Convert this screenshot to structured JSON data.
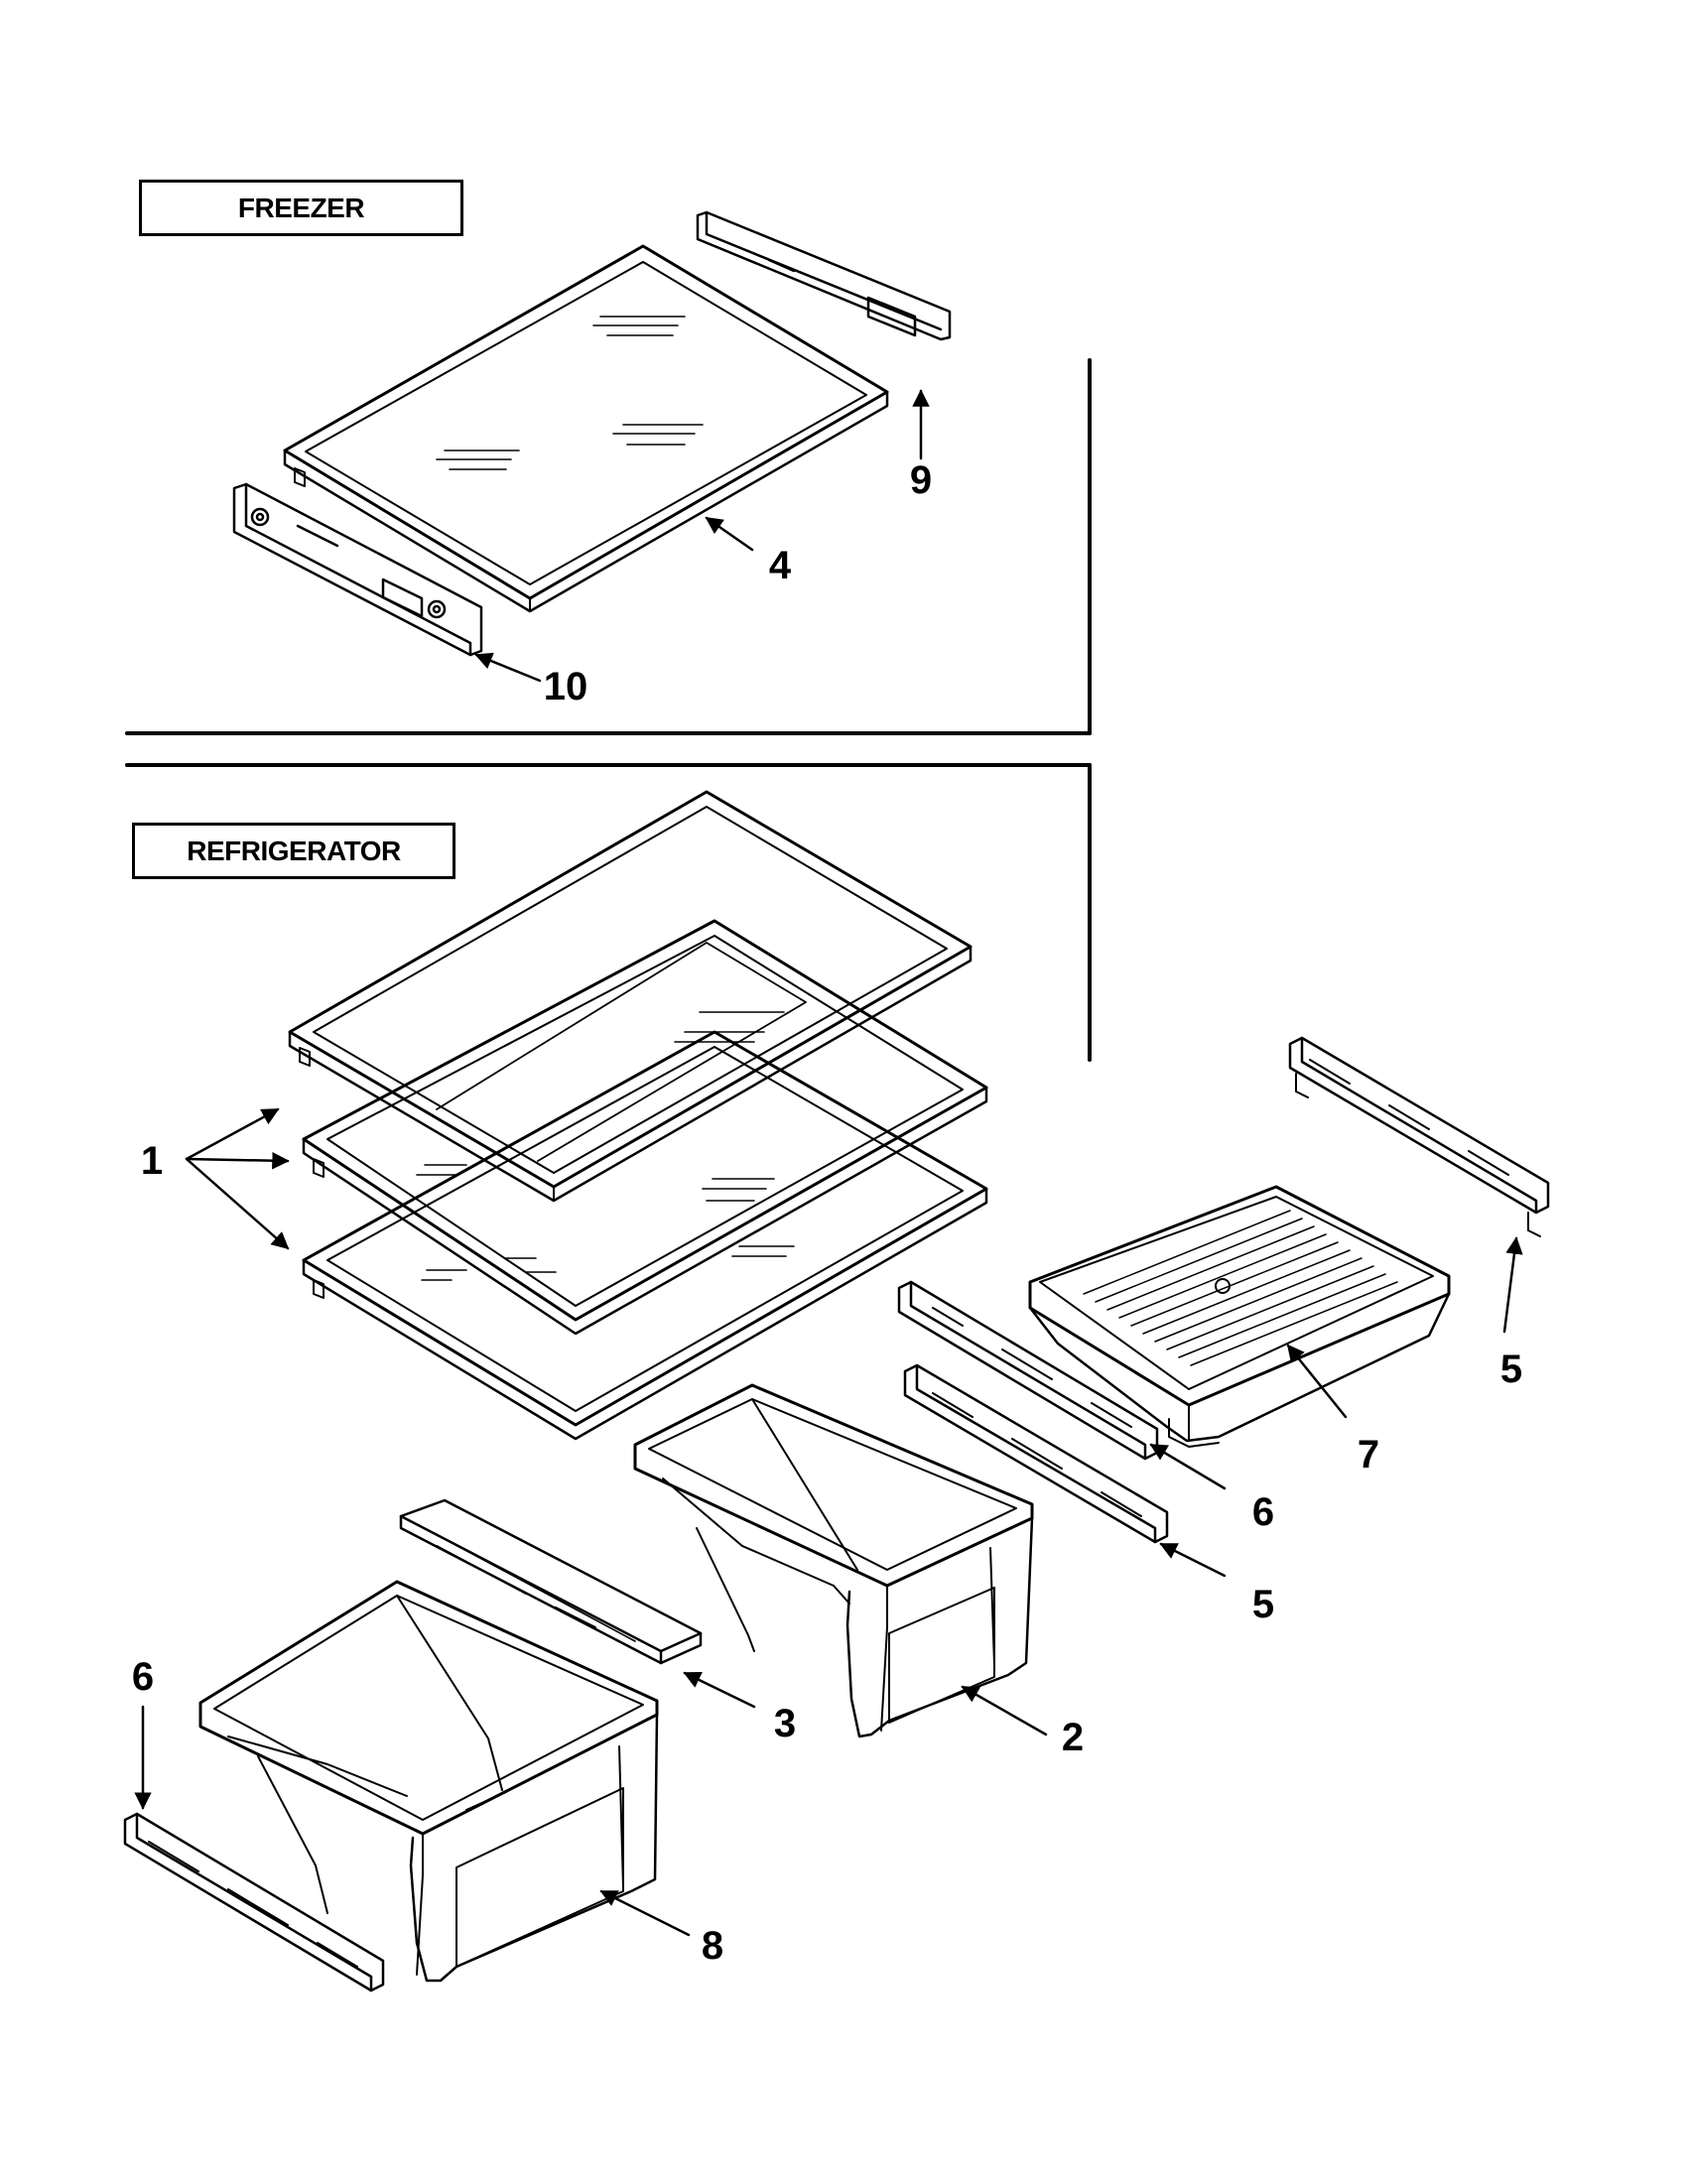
{
  "sections": {
    "freezer": "FREEZER",
    "refrigerator": "REFRIGERATOR"
  },
  "callouts": {
    "c1": "1",
    "c2": "2",
    "c3": "3",
    "c4": "4",
    "c5a": "5",
    "c5b": "5",
    "c6a": "6",
    "c6b": "6",
    "c7": "7",
    "c8": "8",
    "c9": "9",
    "c10": "10"
  }
}
